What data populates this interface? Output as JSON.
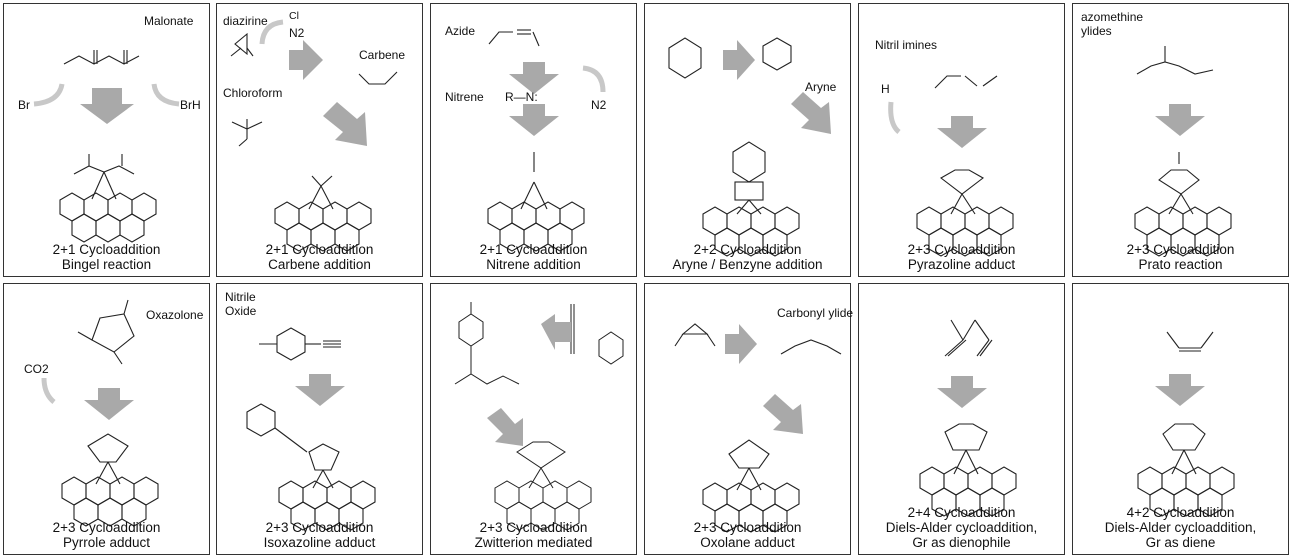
{
  "panels": [
    {
      "id": "p1",
      "line1": "2+1 Cycloaddition",
      "line2": "Bingel reaction",
      "labels": {
        "reagent": "Malonate",
        "left": "Br",
        "right": "BrH"
      }
    },
    {
      "id": "p2",
      "line1": "2+1 Cycloaddition",
      "line2": "Carbene addition",
      "labels": {
        "reagent1": "diazirine",
        "reagent2": "Chloroform",
        "intermediate": "Carbene",
        "byproduct1": "Cl",
        "byproduct2": "N2"
      }
    },
    {
      "id": "p3",
      "line1": "2+1 Cycloaddition",
      "line2": "Nitrene addition",
      "labels": {
        "reagent": "Azide",
        "intermediate": "Nitrene",
        "nitrene_formula": "R—N:",
        "byproduct": "N2"
      }
    },
    {
      "id": "p4",
      "line1": "2+2 Cycloaddition",
      "line2": "Aryne / Benzyne addition",
      "labels": {
        "intermediate": "Aryne"
      }
    },
    {
      "id": "p5",
      "line1": "2+3 Cycloaddition",
      "line2": "Pyrazoline adduct",
      "labels": {
        "reagent": "Nitril imines",
        "byproduct": "H"
      }
    },
    {
      "id": "p6",
      "line1": "2+3 Cycloaddition",
      "line2": "Prato reaction",
      "labels": {
        "reagent1": "azomethine",
        "reagent2": "ylides"
      }
    },
    {
      "id": "p7",
      "line1": "2+3 Cycloaddition",
      "line2": "Pyrrole adduct",
      "labels": {
        "reagent": "Oxazolone",
        "byproduct": "CO2"
      }
    },
    {
      "id": "p8",
      "line1": "2+3 Cycloaddition",
      "line2": "Isoxazoline adduct",
      "labels": {
        "reagent1": "Nitrile",
        "reagent2": "Oxide"
      }
    },
    {
      "id": "p9",
      "line1": "2+3 Cycloaddition",
      "line2": "Zwitterion mediated",
      "labels": {}
    },
    {
      "id": "p10",
      "line1": "2+3 Cycloaddition",
      "line2": "Oxolane adduct",
      "labels": {
        "intermediate": "Carbonyl ylide"
      }
    },
    {
      "id": "p11",
      "line1": "2+4 Cycloaddition",
      "line2": "Diels-Alder cycloaddition,",
      "line3": "Gr as dienophile",
      "labels": {}
    },
    {
      "id": "p12",
      "line1": "4+2 Cycloaddition",
      "line2": "Diels-Alder cycloaddition,",
      "line3": "Gr as diene",
      "labels": {}
    }
  ],
  "colors": {
    "arrow": "#a9a9a9",
    "light_arrow": "#c8c8c8",
    "border": "#333333",
    "bond": "#222222"
  }
}
